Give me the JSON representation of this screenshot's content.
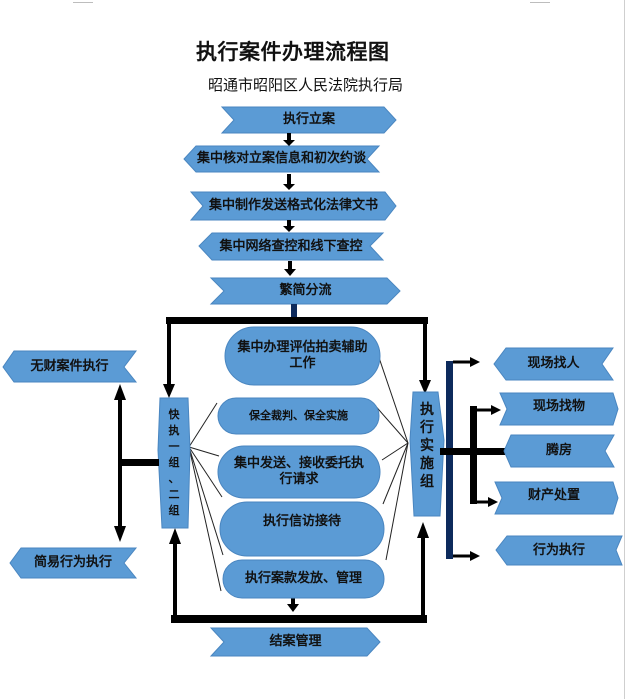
{
  "header": {
    "title": "执行案件办理流程图",
    "subtitle": "昭通市昭阳区人民法院执行局"
  },
  "colors": {
    "shape_fill": "#5b9bd5",
    "shape_stroke": "#4a86c0",
    "connector": "#000000",
    "bracket": "#0d2a5c",
    "text": "#111111"
  },
  "main_flow": [
    {
      "id": "filing",
      "label": "执行立案",
      "direction": "right"
    },
    {
      "id": "verify",
      "label": "集中核对立案信息和初次约谈",
      "direction": "left"
    },
    {
      "id": "documents",
      "label": "集中制作发送格式化法律文书",
      "direction": "right"
    },
    {
      "id": "inquiry",
      "label": "集中网络查控和线下查控",
      "direction": "left"
    },
    {
      "id": "triage",
      "label": "繁简分流",
      "direction": "right"
    }
  ],
  "left_group": {
    "label_chars": [
      "快",
      "执",
      "一",
      "组",
      "、",
      "二",
      "组"
    ],
    "label": "快执一组、二组",
    "outputs": [
      {
        "label": "无财案件执行",
        "direction": "left"
      },
      {
        "label": "简易行为执行",
        "direction": "left"
      }
    ]
  },
  "right_group": {
    "label_chars": [
      "执",
      "行",
      "实",
      "施",
      "组"
    ],
    "label": "执行实施组",
    "outputs": [
      {
        "label": "现场找人",
        "direction": "left"
      },
      {
        "label": "现场找物",
        "direction": "right"
      },
      {
        "label": "腾房",
        "direction": "left"
      },
      {
        "label": "财产处置",
        "direction": "right"
      },
      {
        "label": "行为执行",
        "direction": "left"
      }
    ]
  },
  "shared_tasks": [
    {
      "label": "集中办理评估拍卖辅助工作"
    },
    {
      "label": "保全裁判、保全实施"
    },
    {
      "label": "集中发送、接收委托执行请求"
    },
    {
      "label": "执行信访接待"
    },
    {
      "label": "执行案款发放、管理"
    }
  ],
  "end_step": {
    "label": "结案管理",
    "direction": "right"
  }
}
